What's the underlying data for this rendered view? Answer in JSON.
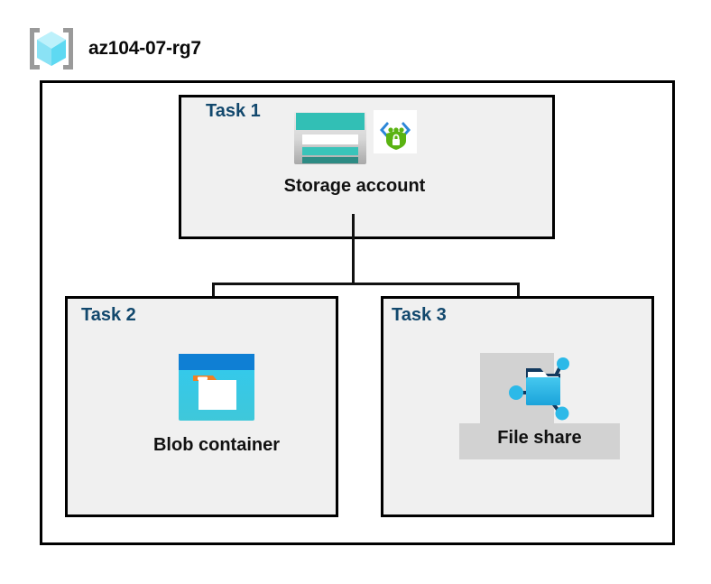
{
  "header": {
    "icon": "resource-group-icon",
    "title": "az104-07-rg7"
  },
  "colors": {
    "task_label": "#12486d",
    "box_border": "#000000",
    "box_fill": "#f0f0f0",
    "outer_fill": "#ffffff",
    "connector": "#111111",
    "highlight": "#d2d2d2",
    "storage_teal": "#32bfb5",
    "storage_dark_teal": "#2d8b84",
    "blob_blue": "#0f7fd4",
    "blob_cyan": "#32c8e8",
    "blob_orange": "#f08024",
    "fileshare_cyan": "#2cb9e8",
    "fileshare_navy": "#12395e",
    "shield_green": "#5ab312",
    "cube_cyan": "#84e4f7",
    "bracket_gray": "#9a9a9a"
  },
  "diagram": {
    "type": "hierarchy",
    "root": "Storage account",
    "tasks": [
      {
        "id": "task1",
        "label": "Task 1",
        "node_label": "Storage account",
        "icons": [
          "storage-account-icon",
          "private-endpoint-shield-icon"
        ],
        "highlighted": false
      },
      {
        "id": "task2",
        "label": "Task 2",
        "node_label": "Blob container",
        "icons": [
          "blob-container-icon"
        ],
        "highlighted": false
      },
      {
        "id": "task3",
        "label": "Task 3",
        "node_label": "File share",
        "icons": [
          "file-share-icon"
        ],
        "highlighted": true
      }
    ],
    "connections": [
      {
        "from": "Storage account",
        "to": "Blob container"
      },
      {
        "from": "Storage account",
        "to": "File share"
      }
    ]
  }
}
